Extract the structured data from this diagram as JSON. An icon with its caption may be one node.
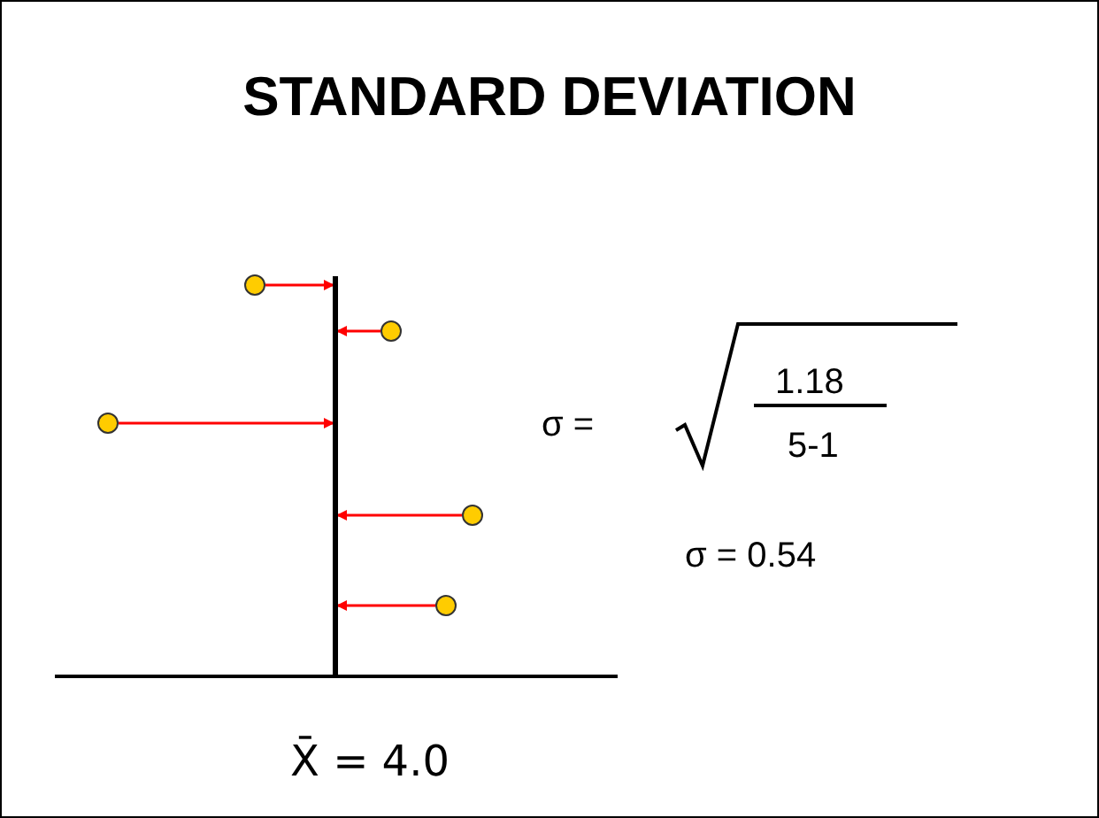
{
  "diagram": {
    "title": "STANDARD DEVIATION",
    "nodes": [
      {
        "text": [],
        "shape": "bar"
      },
      {
        "text": [],
        "shape": "circle"
      },
      {
        "text": [],
        "shape": "circle"
      },
      {
        "text": [],
        "shape": "circle"
      },
      {
        "text": [],
        "shape": "circle"
      },
      {
        "text": [],
        "shape": "circle"
      }
    ],
    "edges": [
      {
        "from": 1,
        "to": 0,
        "arrow": "to"
      },
      {
        "from": 2,
        "to": 0,
        "arrow": "to"
      },
      {
        "from": 3,
        "to": 0,
        "arrow": "to"
      },
      {
        "from": 4,
        "to": 0,
        "arrow": "to"
      },
      {
        "from": 5,
        "to": 0,
        "arrow": "to"
      }
    ],
    "labels": [
      "σ =",
      "1.18",
      "5-1",
      "σ = 0.54",
      "X̄ = 4.0"
    ]
  }
}
